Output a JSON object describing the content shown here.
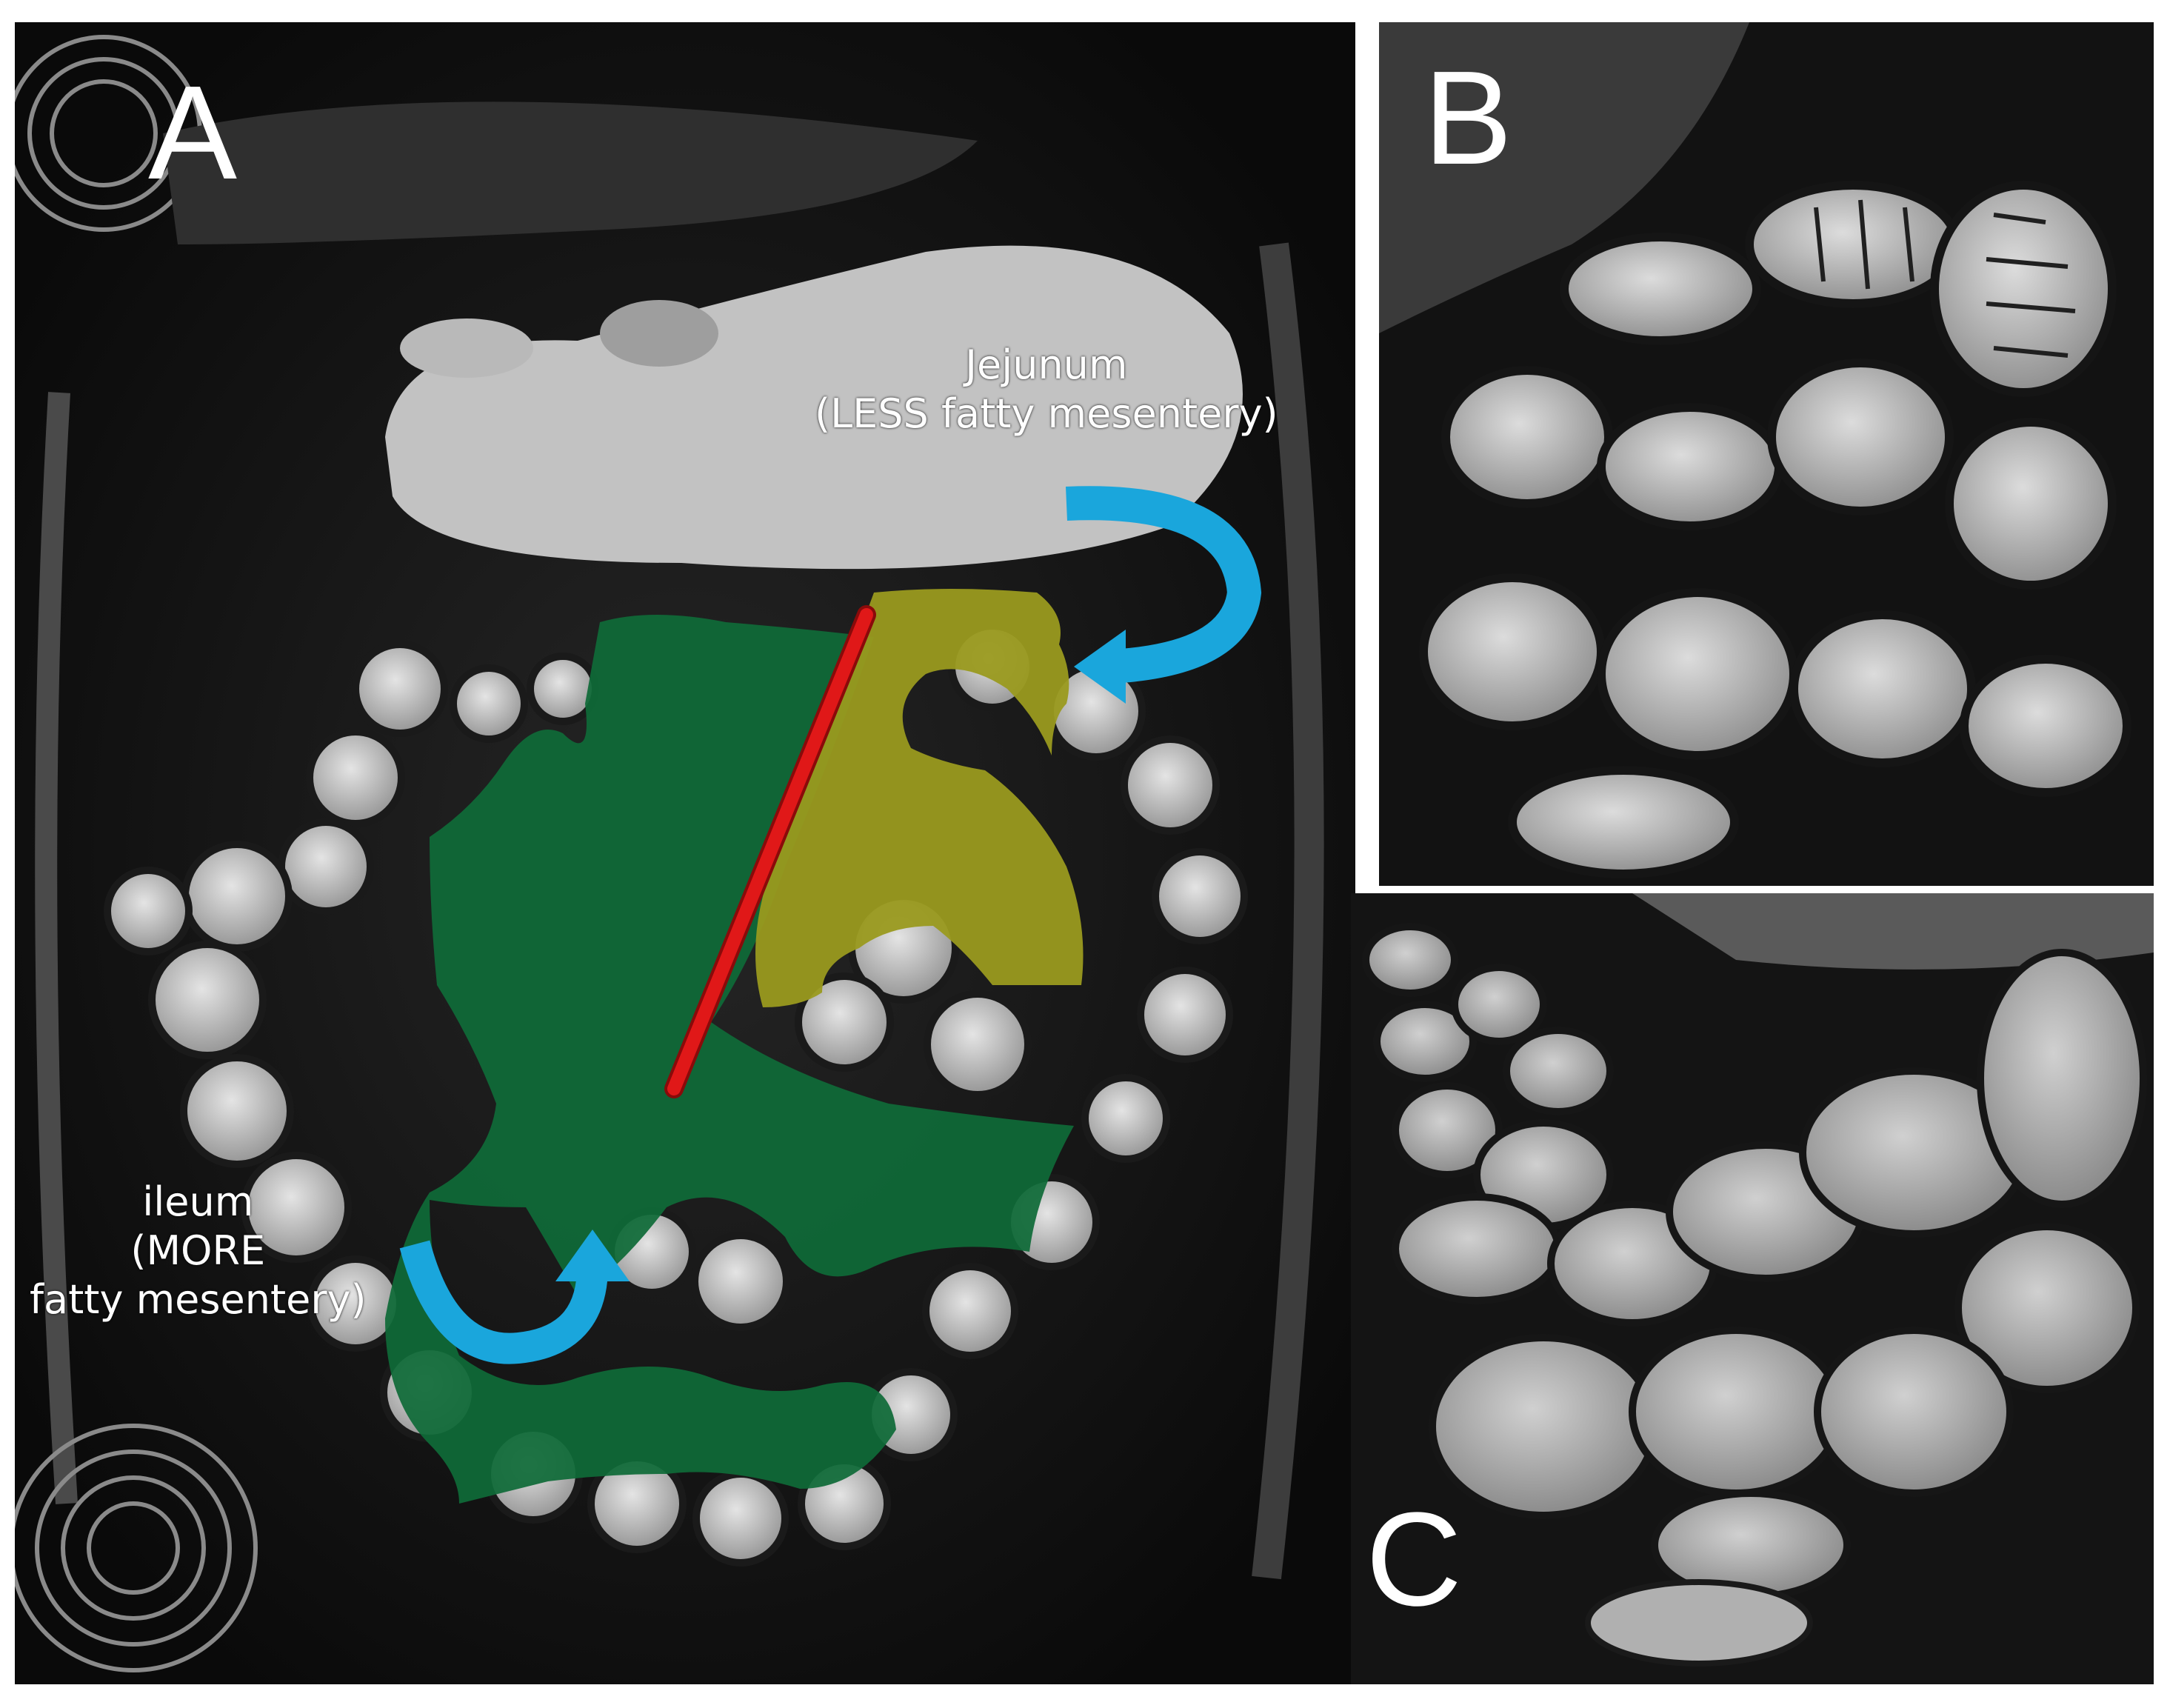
{
  "panels": [
    {
      "label": "A"
    },
    {
      "label": "B"
    },
    {
      "label": "C"
    }
  ],
  "annotations": {
    "jejunum": {
      "line1": "Jejunum",
      "line2": "(LESS fatty mesentery)"
    },
    "ileum": {
      "line1": "ileum",
      "line2": "(MORE",
      "line3": "fatty mesentery)"
    }
  },
  "colors": {
    "ileal_mesentery": "#0f6b38",
    "jejunal_mesentery": "#9a9a1f",
    "divider_line": "#e01818",
    "arrows": "#1aa6dc",
    "bowel_gray": "#b8b8b8"
  },
  "icons": [
    "curved-arrow-icon",
    "curved-arrow-icon"
  ]
}
